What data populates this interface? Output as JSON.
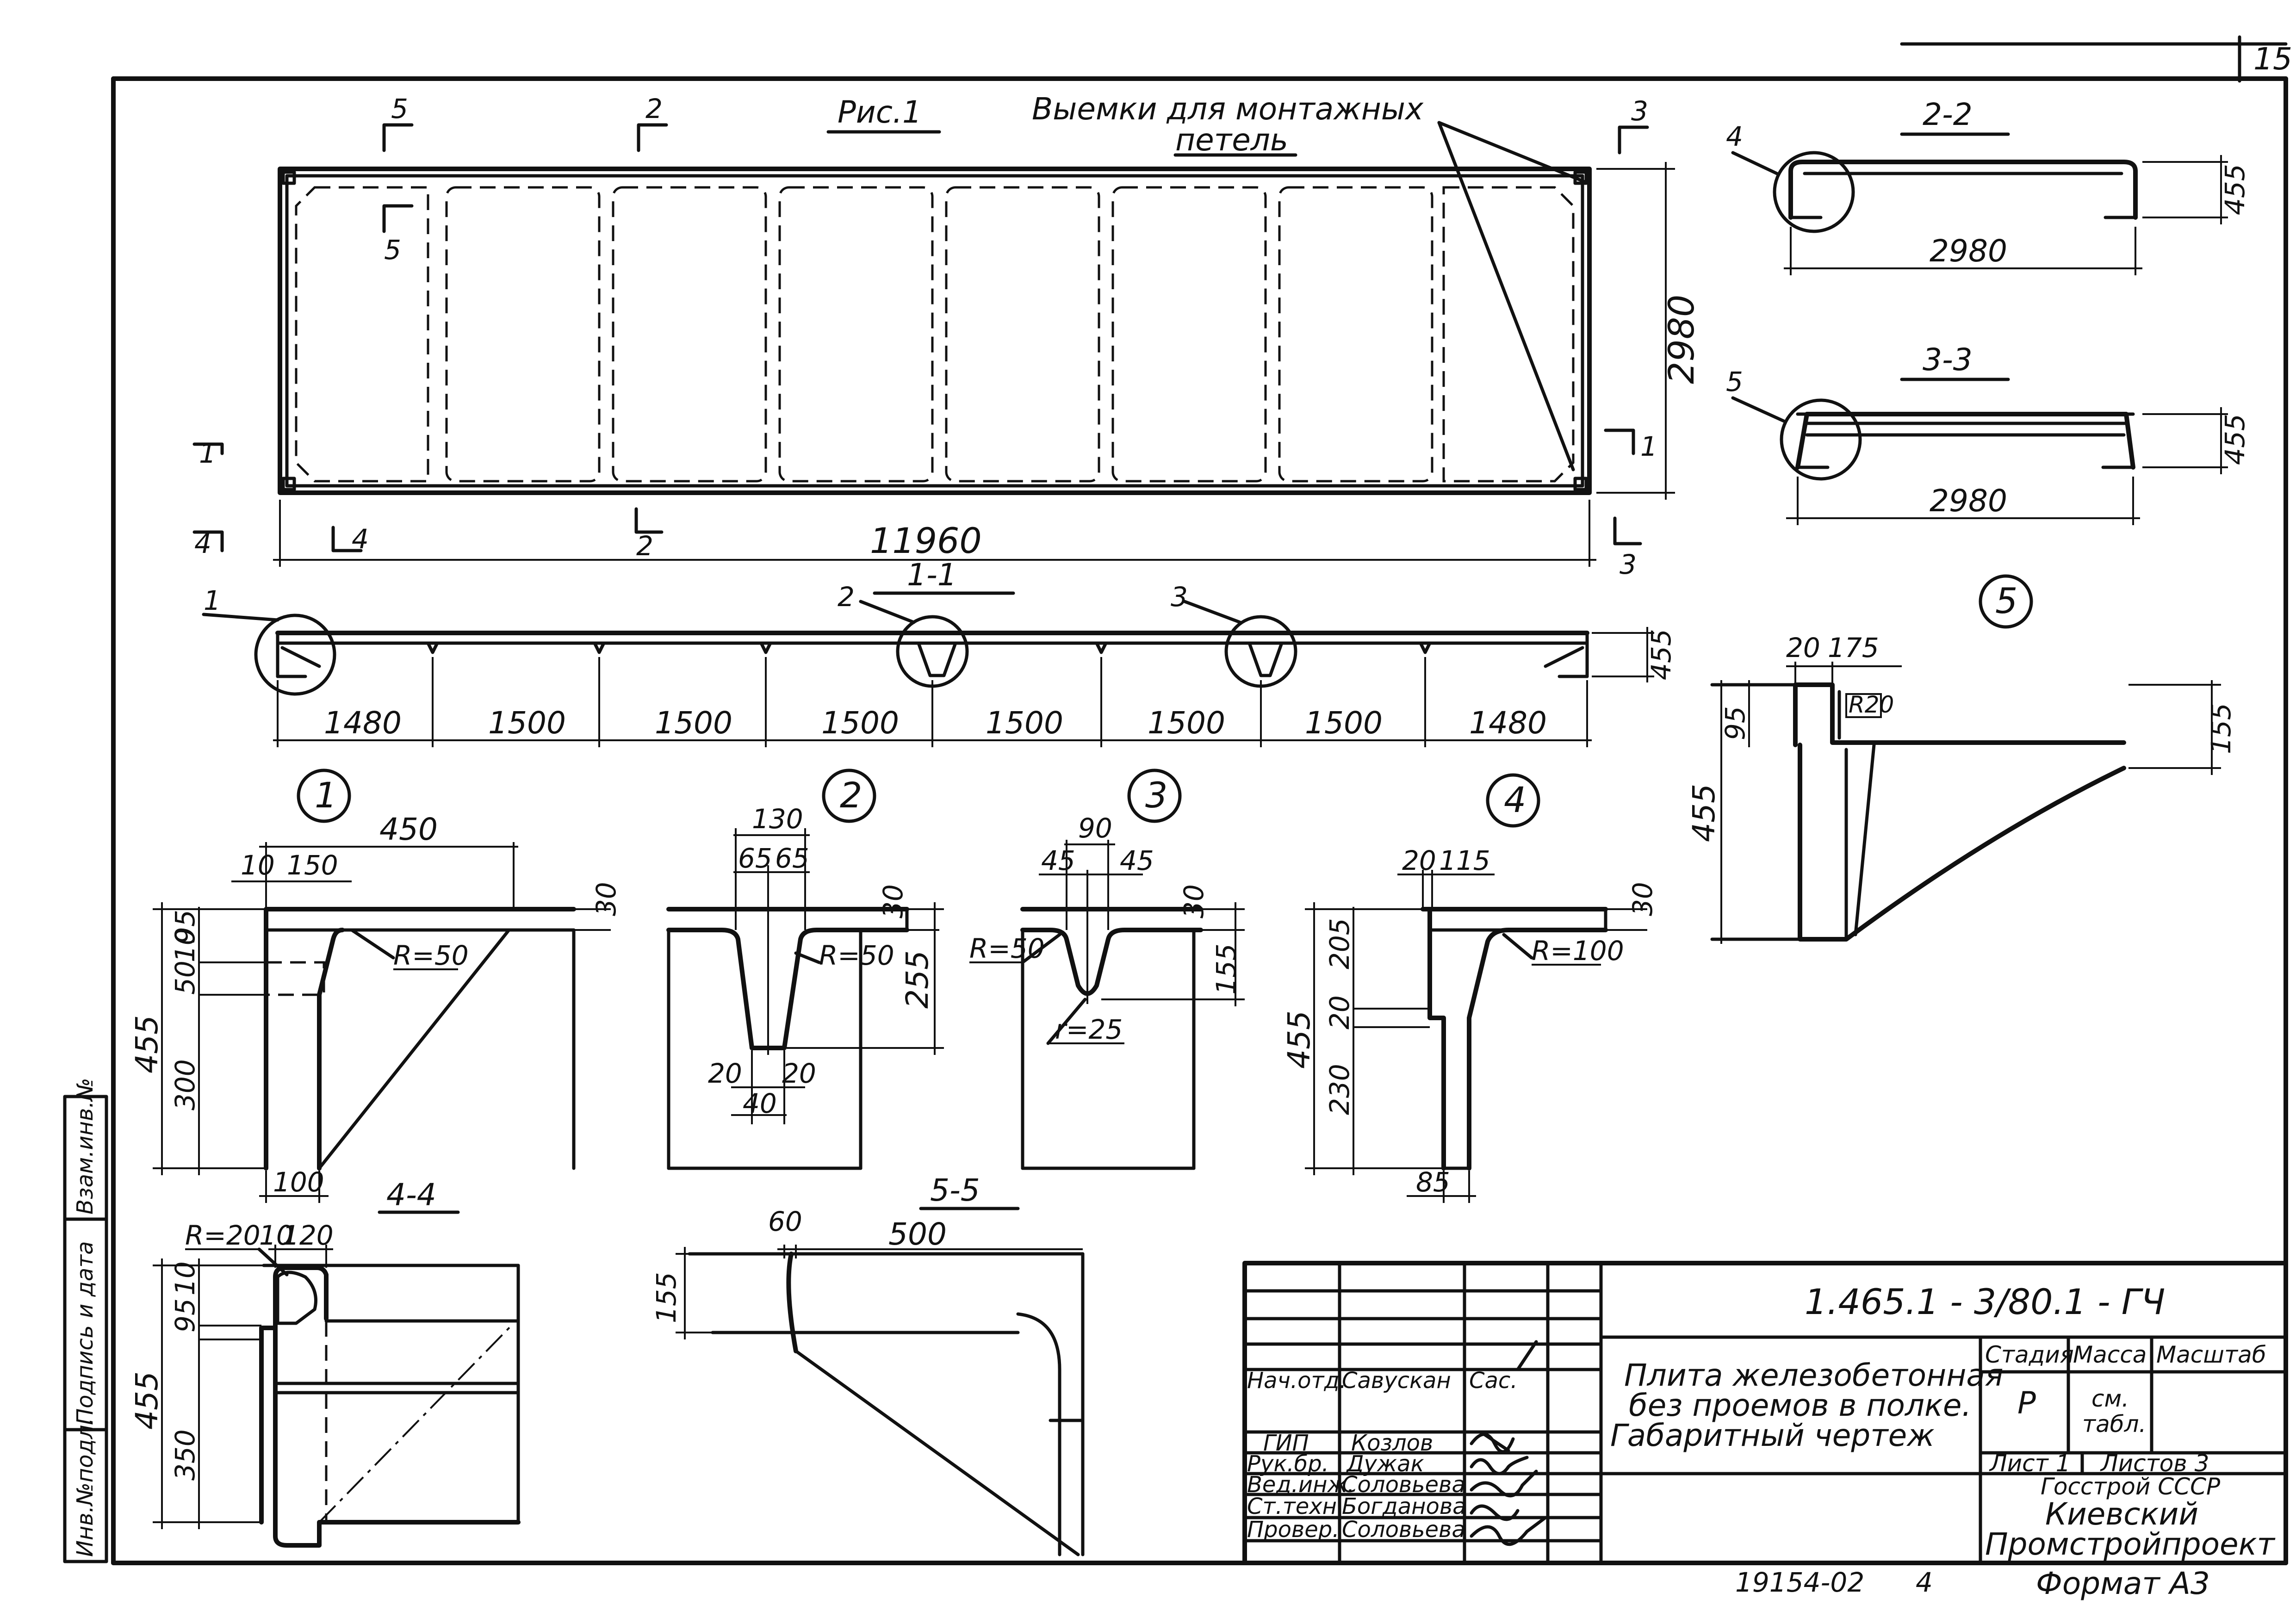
{
  "sheet_number": "15",
  "plan": {
    "title": "Рис.1",
    "note_line1": "Выемки для монтажных",
    "note_line2": "петель",
    "dim_length": "11960",
    "dim_width": "2980",
    "markers": {
      "s5": "5",
      "s2": "2",
      "s3": "3",
      "s1": "1",
      "s4": "4"
    }
  },
  "section_1_1": {
    "title": "1-1",
    "callouts": [
      "1",
      "2",
      "3"
    ],
    "dims": [
      "1480",
      "1500",
      "1500",
      "1500",
      "1500",
      "1500",
      "1500",
      "1480"
    ],
    "height": "455"
  },
  "section_2_2": {
    "title": "2-2",
    "callout": "4",
    "height": "455",
    "width": "2980"
  },
  "section_3_3": {
    "title": "3-3",
    "callout": "5",
    "height": "455",
    "width": "2980"
  },
  "detail_1": {
    "label": "1",
    "d450": "450",
    "d10": "10",
    "d150": "150",
    "d30": "30",
    "d455": "455",
    "d50": "50",
    "d10b": "10",
    "d95": "95",
    "d300": "300",
    "r": "R=50",
    "d100": "100"
  },
  "detail_2": {
    "label": "2",
    "d130": "130",
    "d65a": "65",
    "d65b": "65",
    "d30": "30",
    "d255": "255",
    "r": "R=50",
    "d20a": "20",
    "d20b": "20",
    "d40": "40"
  },
  "detail_3": {
    "label": "3",
    "d90": "90",
    "d45a": "45",
    "d45b": "45",
    "d30": "30",
    "d155": "155",
    "r": "R=50",
    "r2": "r=25"
  },
  "detail_4": {
    "label": "4",
    "d20": "20",
    "d115": "115",
    "d30": "30",
    "d455": "455",
    "d205": "205",
    "d20b": "20",
    "d230": "230",
    "r": "R=100",
    "d85": "85"
  },
  "detail_5": {
    "label": "5",
    "d20": "20",
    "d175": "175",
    "d95": "95",
    "r": "R20",
    "d155": "155",
    "d455": "455"
  },
  "section_4_4": {
    "title": "4-4",
    "r": "R=20",
    "d10": "10",
    "d120": "120",
    "d10b": "10",
    "d95": "95",
    "d455": "455",
    "d350": "350"
  },
  "section_5_5": {
    "title": "5-5",
    "d60": "60",
    "d500": "500",
    "d155": "155"
  },
  "side_stamp": [
    "Инв.№подл.",
    "Подпись и дата",
    "Взам.инв.№"
  ],
  "title_block": {
    "code": "1.465.1 - 3/80.1 - ГЧ",
    "description": [
      "Плита железобетонная",
      "без проемов в полке.",
      "Габаритный чертеж"
    ],
    "stage_header": "Стадия",
    "mass_header": "Масса",
    "scale_header": "Масштаб",
    "stage_value": "Р",
    "mass_value_line1": "см.",
    "mass_value_line2": "табл.",
    "sheet_label": "Лист 1",
    "sheets_label": "Листов 3",
    "org": [
      "Госстрой СССР",
      "Киевский",
      "Промстройпроект"
    ],
    "roles": [
      {
        "role": "Нач.отд.",
        "name": "Савускан",
        "sign": "Сас."
      },
      {
        "role": "ГИП",
        "name": "Козлов",
        "sign": ""
      },
      {
        "role": "Рук.бр.",
        "name": "Дужак",
        "sign": ""
      },
      {
        "role": "Вед.инж.",
        "name": "Соловьева",
        "sign": ""
      },
      {
        "role": "Ст.техн.",
        "name": "Богданова",
        "sign": ""
      },
      {
        "role": "Провер.",
        "name": "Соловьева",
        "sign": ""
      }
    ]
  },
  "footer": {
    "left": "19154-02",
    "middle": "4",
    "format": "Формат А3"
  }
}
